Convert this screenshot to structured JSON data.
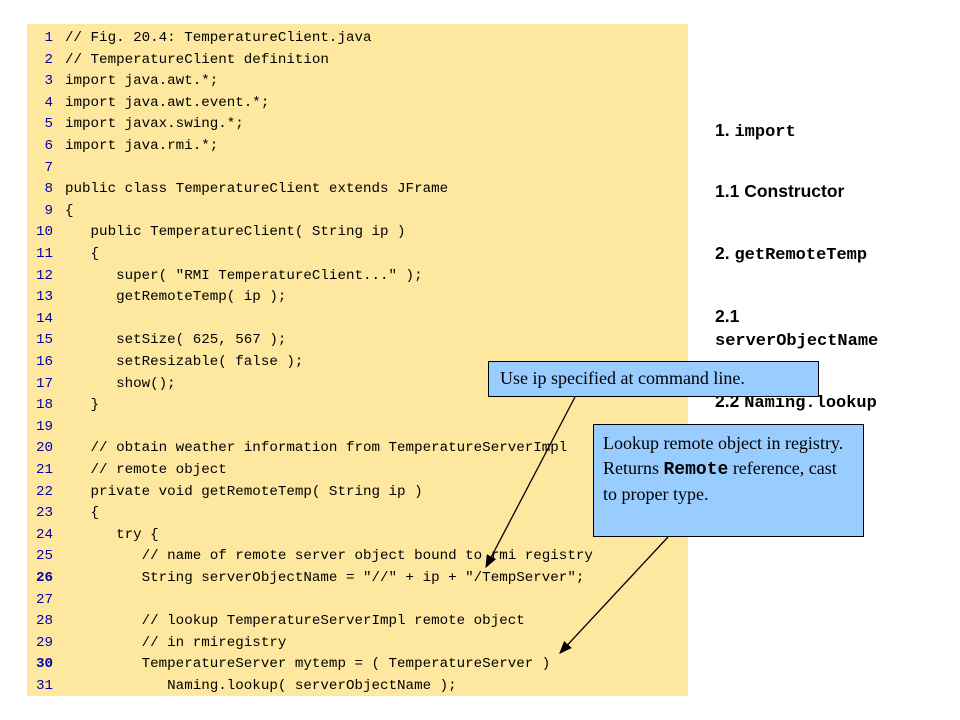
{
  "code_lines": [
    {
      "num": "1",
      "text": "// Fig. 20.4: TemperatureClient.java"
    },
    {
      "num": "2",
      "text": "// TemperatureClient definition"
    },
    {
      "num": "3",
      "text": "import java.awt.*;"
    },
    {
      "num": "4",
      "text": "import java.awt.event.*;"
    },
    {
      "num": "5",
      "text": "import javax.swing.*;"
    },
    {
      "num": "6",
      "text": "import java.rmi.*;"
    },
    {
      "num": "7",
      "text": ""
    },
    {
      "num": "8",
      "text": "public class TemperatureClient extends JFrame"
    },
    {
      "num": "9",
      "text": "{"
    },
    {
      "num": "10",
      "text": "   public TemperatureClient( String ip )"
    },
    {
      "num": "11",
      "text": "   {"
    },
    {
      "num": "12",
      "text": "      super( \"RMI TemperatureClient...\" );"
    },
    {
      "num": "13",
      "text": "      getRemoteTemp( ip );"
    },
    {
      "num": "14",
      "text": ""
    },
    {
      "num": "15",
      "text": "      setSize( 625, 567 );"
    },
    {
      "num": "16",
      "text": "      setResizable( false );"
    },
    {
      "num": "17",
      "text": "      show();"
    },
    {
      "num": "18",
      "text": "   }"
    },
    {
      "num": "19",
      "text": ""
    },
    {
      "num": "20",
      "text": "   // obtain weather information from TemperatureServerImpl"
    },
    {
      "num": "21",
      "text": "   // remote object"
    },
    {
      "num": "22",
      "text": "   private void getRemoteTemp( String ip )"
    },
    {
      "num": "23",
      "text": "   {"
    },
    {
      "num": "24",
      "text": "      try {"
    },
    {
      "num": "25",
      "text": "         // name of remote server object bound to rmi registry"
    },
    {
      "num": "26",
      "text": "         String serverObjectName = \"//\" + ip + \"/TempServer\";",
      "bold": true
    },
    {
      "num": "27",
      "text": ""
    },
    {
      "num": "28",
      "text": "         // lookup TemperatureServerImpl remote object"
    },
    {
      "num": "29",
      "text": "         // in rmiregistry"
    },
    {
      "num": "30",
      "text": "         TemperatureServer mytemp = ( TemperatureServer )",
      "bold": true
    },
    {
      "num": "31",
      "text": "            Naming.lookup( serverObjectName );"
    }
  ],
  "outline": {
    "item1_num": "1. ",
    "item1_code": "import",
    "item2": "1.1 Constructor",
    "item3_num": "2. ",
    "item3_code": "getRemoteTemp",
    "item4_num": "2.1",
    "item4_code": "serverObjectName",
    "item5_num": "2.2 ",
    "item5_code": "Naming.lookup"
  },
  "callouts": {
    "ip_note": "Use ip specified at command line.",
    "lookup_note_1": "Lookup remote object in registry.  Returns ",
    "lookup_note_code": "Remote",
    "lookup_note_2": " reference, cast to proper type."
  },
  "colors": {
    "code_background": "#fee8a0",
    "line_number": "#0000a8",
    "callout_background": "#99ccff"
  }
}
